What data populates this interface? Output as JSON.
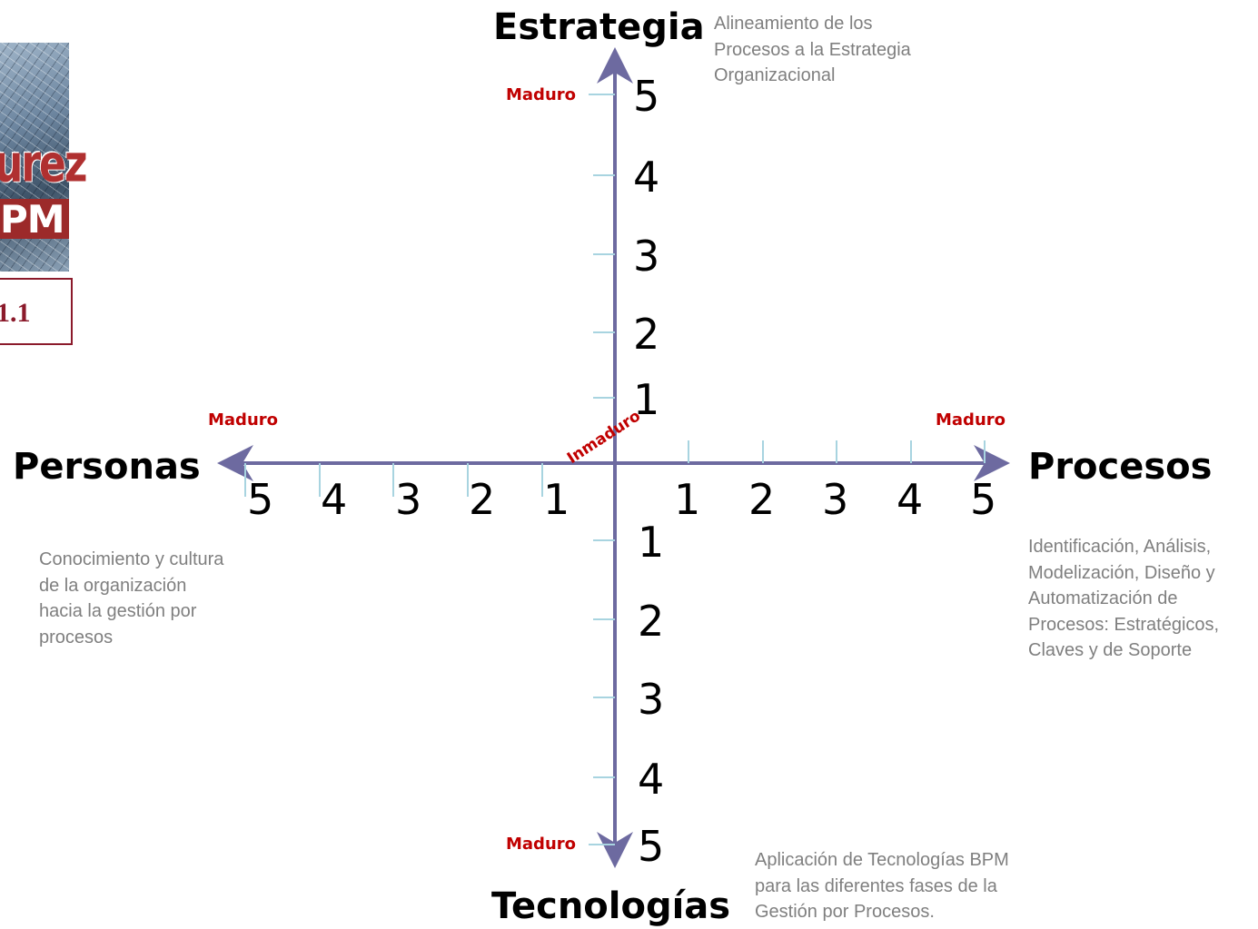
{
  "logo": {
    "word_top": "urez",
    "word_bottom": "PM",
    "version": "1.1"
  },
  "axes": {
    "top": {
      "title": "Estrategia",
      "description": [
        "Alineamiento de los",
        "Procesos a la Estrategia",
        "Organizacional"
      ],
      "end_label": "Maduro",
      "ticks": [
        "1",
        "2",
        "3",
        "4",
        "5"
      ]
    },
    "right": {
      "title": "Procesos",
      "description": [
        "Identificación, Análisis,",
        "Modelización, Diseño y",
        "Automatización de",
        "Procesos: Estratégicos,",
        "Claves y de Soporte"
      ],
      "end_label": "Maduro",
      "ticks": [
        "1",
        "2",
        "3",
        "4",
        "5"
      ]
    },
    "left": {
      "title": "Personas",
      "description": [
        "Conocimiento y cultura",
        "de la organización",
        "hacia la gestión por",
        "procesos"
      ],
      "end_label": "Maduro",
      "ticks": [
        "1",
        "2",
        "3",
        "4",
        "5"
      ]
    },
    "bottom": {
      "title": "Tecnologías",
      "description": [
        "Aplicación de Tecnologías BPM",
        "para las diferentes fases de la",
        "Gestión por Procesos."
      ],
      "end_label": "Maduro",
      "ticks": [
        "1",
        "2",
        "3",
        "4",
        "5"
      ]
    }
  },
  "origin_label": "Inmaduro",
  "colors": {
    "axis": "#6d6aa0",
    "tick": "#a8d4e0",
    "maduro": "#c00000",
    "description": "#7f7f7f",
    "logo_accent": "#8b1a2b"
  }
}
